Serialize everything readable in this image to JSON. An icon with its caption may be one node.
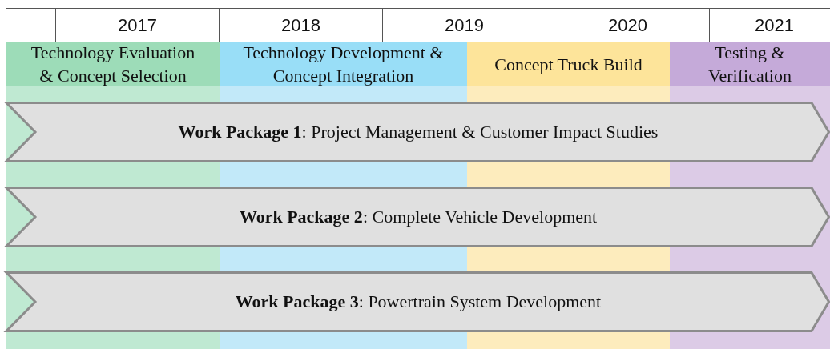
{
  "diagram": {
    "nodes": [
      {
        "text": [
          "Technology Evaluation & Concept Selection"
        ]
      },
      {
        "text": [
          "Technology Development & Concept Integration"
        ]
      },
      {
        "text": [
          "Concept Truck Build"
        ]
      },
      {
        "text": [
          "Testing & Verification"
        ]
      },
      {
        "text": [
          "**Work Package 1**: Project Management & Customer Impact Studies"
        ]
      },
      {
        "text": [
          "**Work Package 2**: Complete Vehicle Development"
        ]
      },
      {
        "text": [
          "**Work Package 3**: Powertrain System Development"
        ]
      }
    ],
    "labels": [
      "2017",
      "2018",
      "2019",
      "2020",
      "2021"
    ]
  }
}
